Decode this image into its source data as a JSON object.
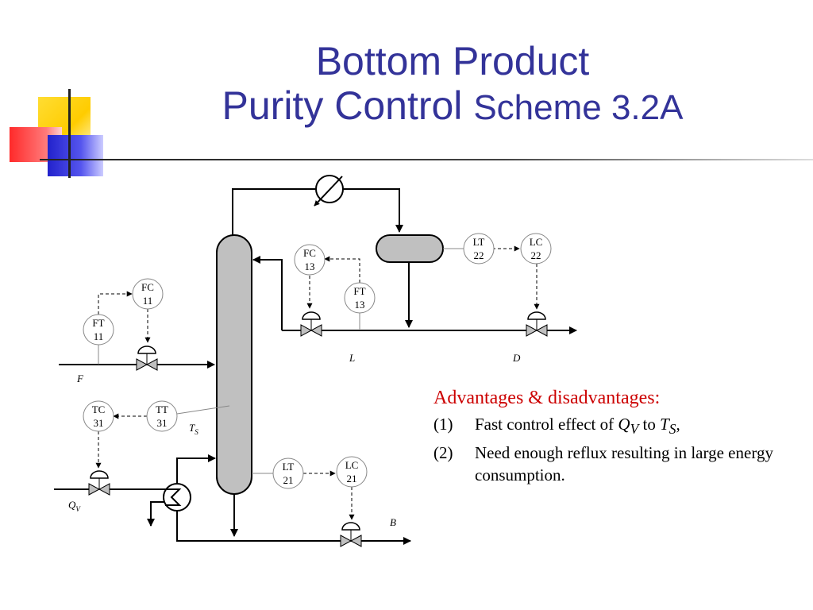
{
  "title": {
    "line1": "Bottom Product",
    "line2_main": "Purity Control",
    "line2_sub": "Scheme 3.2A"
  },
  "diagram": {
    "instruments": {
      "fc11": [
        "FC",
        "11"
      ],
      "ft11": [
        "FT",
        "11"
      ],
      "fc13": [
        "FC",
        "13"
      ],
      "ft13": [
        "FT",
        "13"
      ],
      "lt22": [
        "LT",
        "22"
      ],
      "lc22": [
        "LC",
        "22"
      ],
      "tc31": [
        "TC",
        "31"
      ],
      "tt31": [
        "TT",
        "31"
      ],
      "lt21": [
        "LT",
        "21"
      ],
      "lc21": [
        "LC",
        "21"
      ]
    },
    "stream_labels": {
      "feed": "F",
      "reflux": "L",
      "distillate": "D",
      "bottoms": "B",
      "ts_main": "T",
      "ts_sub": "S",
      "qv_main": "Q",
      "qv_sub": "V"
    }
  },
  "notes": {
    "heading": "Advantages & disadvantages:",
    "items": [
      {
        "num": "(1)",
        "pre": "Fast control effect of ",
        "v1": "Q",
        "v1_sub": "V",
        "mid": " to ",
        "v2": "T",
        "v2_sub": "S",
        "post": ","
      },
      {
        "num": "(2)",
        "text": "Need enough reflux resulting in large energy consumption."
      }
    ]
  },
  "colors": {
    "title": "#333399",
    "heading": "#cc0000",
    "vessel_fill": "#c0c0c0",
    "deco_yellow": "#ffcc00",
    "deco_blue": "#3333cc",
    "deco_red": "#ff3333"
  }
}
